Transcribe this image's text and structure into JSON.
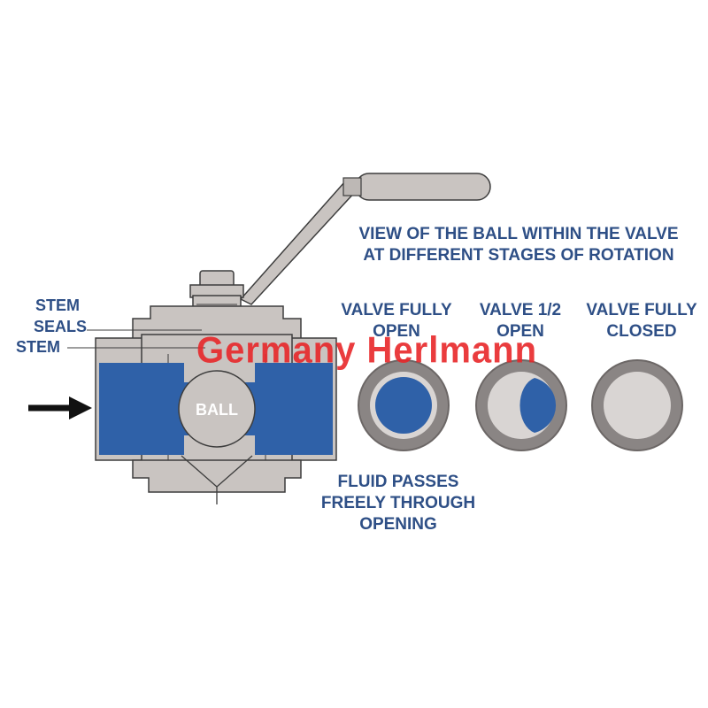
{
  "title": {
    "line1": "VIEW OF THE BALL WITHIN THE VALVE",
    "line2": "AT DIFFERENT STAGES OF ROTATION"
  },
  "parts": {
    "stem_top": "STEM",
    "seals": "SEALS",
    "stem_bottom": "STEM",
    "ball": "BALL"
  },
  "stages": [
    {
      "line1": "VALVE FULLY",
      "line2": "OPEN",
      "open_fraction": 1.0
    },
    {
      "line1": "VALVE 1/2",
      "line2": "OPEN",
      "open_fraction": 0.5
    },
    {
      "line1": "VALVE FULLY",
      "line2": "CLOSED",
      "open_fraction": 0.0
    }
  ],
  "caption": {
    "line1": "FLUID PASSES",
    "line2": "FREELY THROUGH",
    "line3": "OPENING"
  },
  "watermark": "Germany Herlmann",
  "colors": {
    "text": "#2e4f86",
    "fluid": "#2f61a8",
    "metal": "#c9c4c1",
    "metal_dark": "#7a7473",
    "outline": "#3d3d3d",
    "watermark": "#e8272a"
  }
}
